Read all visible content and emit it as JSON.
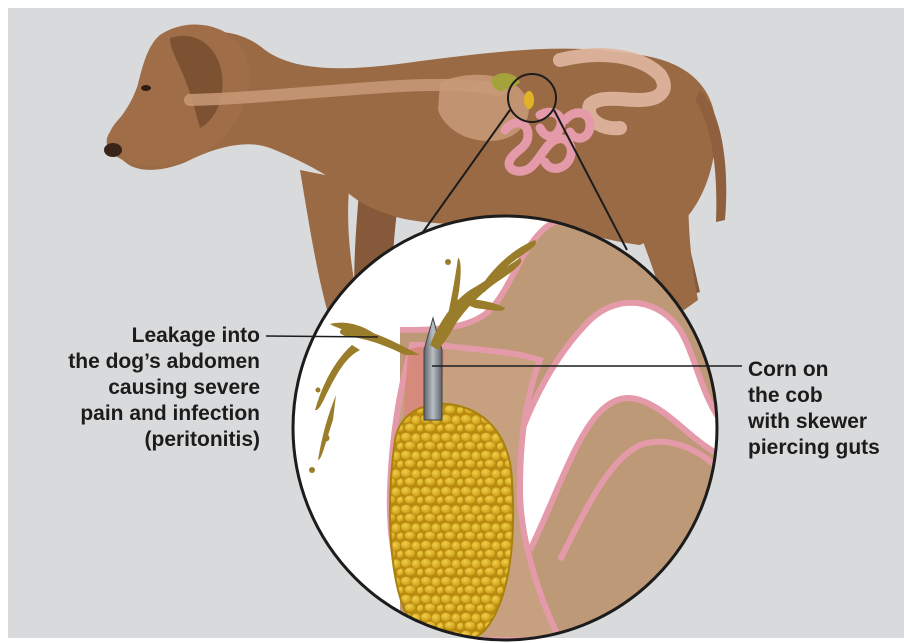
{
  "labels": {
    "leakage": {
      "lines": [
        "Leakage into",
        "the dog’s abdomen",
        "causing severe",
        "pain and infection",
        "(peritonitis)"
      ]
    },
    "corn": {
      "lines": [
        "Corn on",
        "the cob",
        "with skewer",
        "piercing guts"
      ]
    }
  },
  "colors": {
    "background": "#d9dadb",
    "dog_fur": "#9a6a45",
    "intestine": "#e49aa8",
    "corn": "#e0b326",
    "leakage": "#9a7d2a",
    "gut_wall": "#bd9978",
    "skewer": "#8a8f96"
  }
}
